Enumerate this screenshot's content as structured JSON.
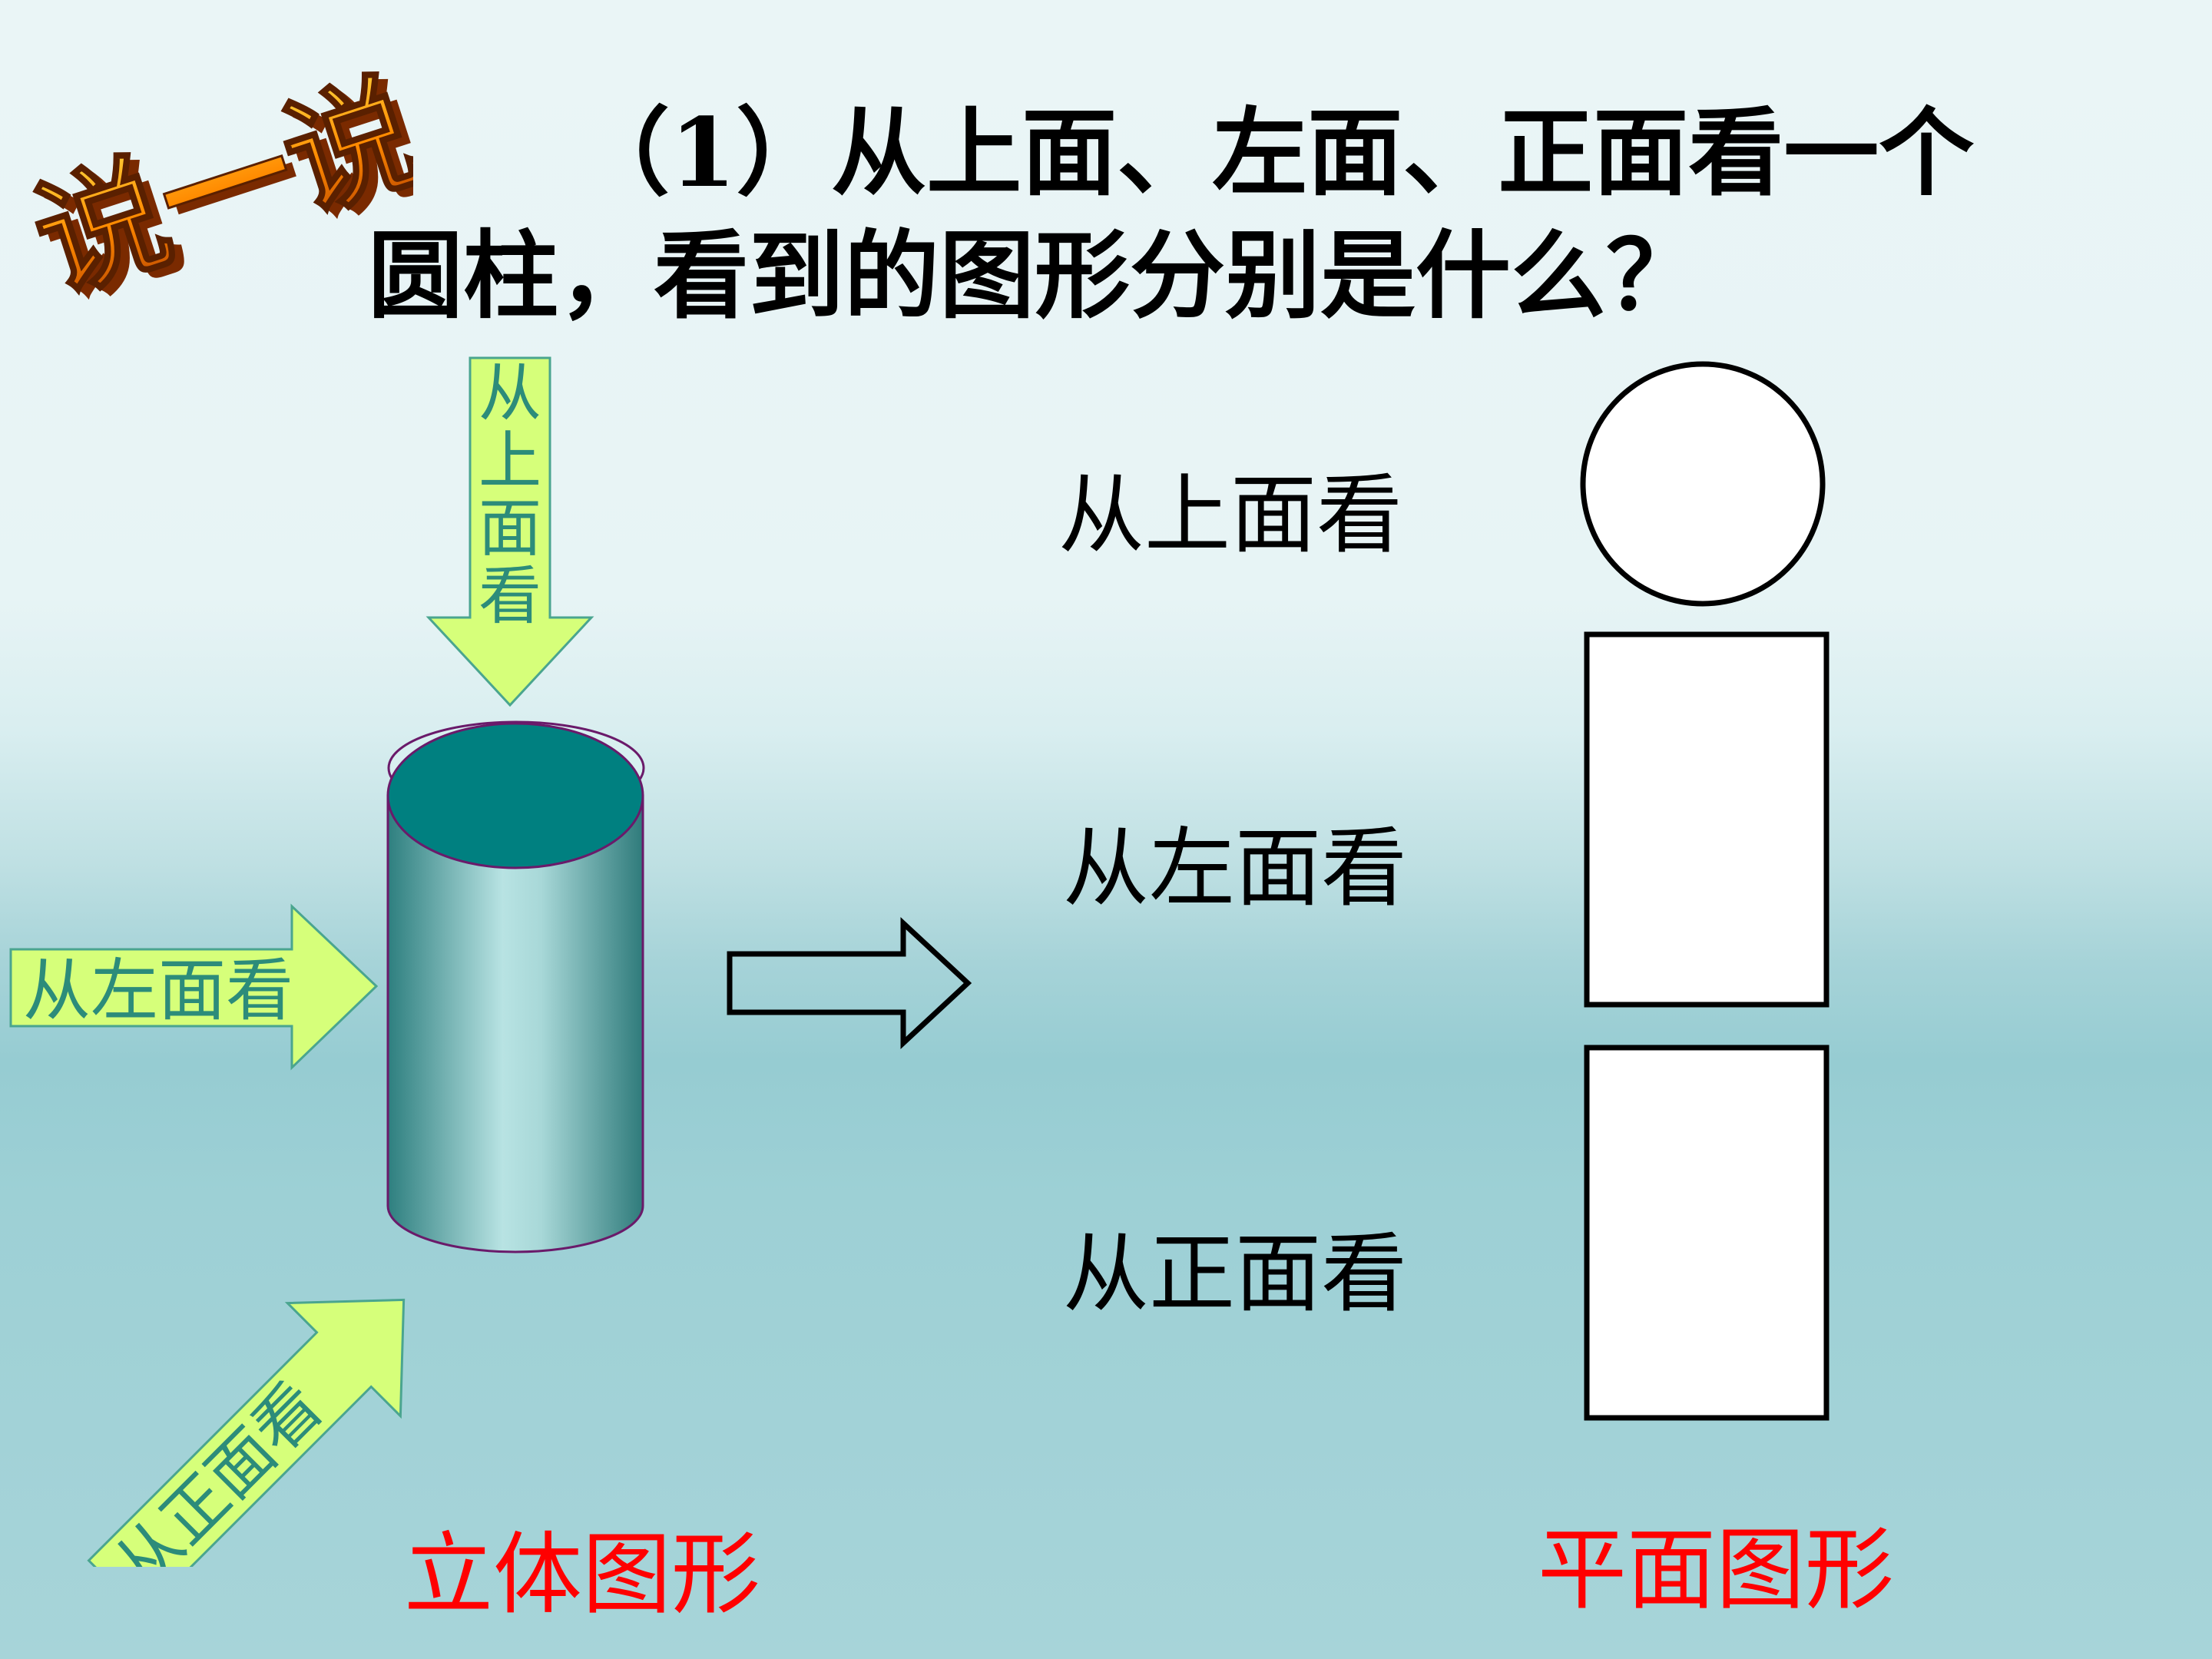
{
  "badge": {
    "text": "说一说"
  },
  "question": {
    "line1": "（1）从上面、左面、正面看一个",
    "line2": "圆柱，看到的图形分别是什么？"
  },
  "arrows": {
    "top": "从上面看",
    "left": "从左面看",
    "front": "从正面看"
  },
  "views": {
    "top_label": "从上面看",
    "left_label": "从左面看",
    "front_label": "从正面看"
  },
  "captions": {
    "solid": "立体图形",
    "plane": "平面图形"
  },
  "colors": {
    "arrow_fill": "#d6ff7a",
    "arrow_text": "#2c8c7a",
    "caption": "#ff0000",
    "cylinder_top": "#008080"
  }
}
